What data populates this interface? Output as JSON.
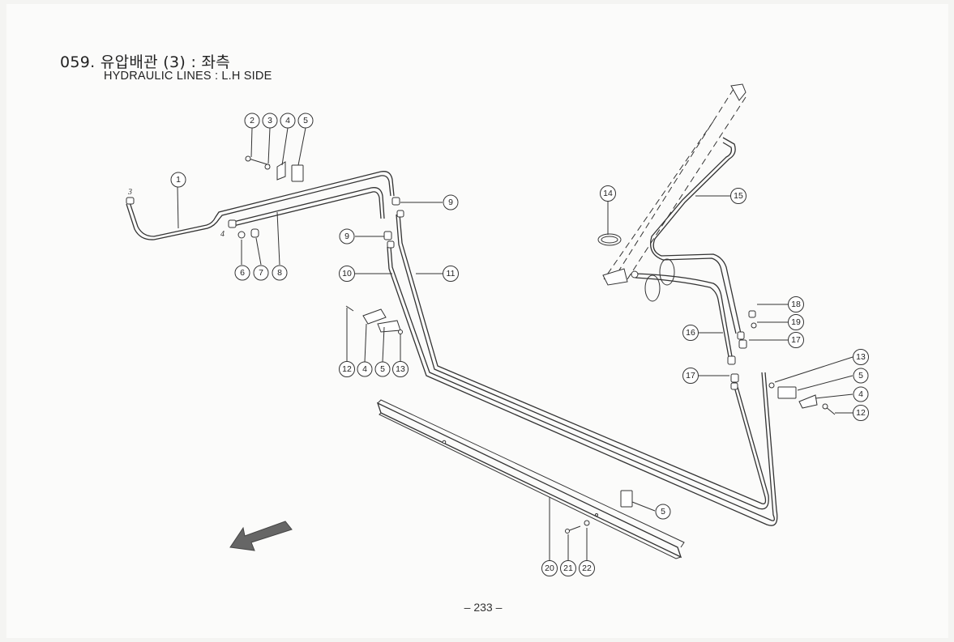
{
  "header": {
    "title_ko": "059. 유압배관 (3) : 좌측",
    "title_en": "HYDRAULIC LINES : L.H SIDE"
  },
  "page_number": "– 233 –",
  "pipe_end_tags": [
    "3",
    "4"
  ],
  "callouts": [
    {
      "id": "c1",
      "label": "1"
    },
    {
      "id": "c2",
      "label": "2"
    },
    {
      "id": "c3",
      "label": "3"
    },
    {
      "id": "c4a",
      "label": "4"
    },
    {
      "id": "c5a",
      "label": "5"
    },
    {
      "id": "c6",
      "label": "6"
    },
    {
      "id": "c7",
      "label": "7"
    },
    {
      "id": "c8",
      "label": "8"
    },
    {
      "id": "c9a",
      "label": "9"
    },
    {
      "id": "c9b",
      "label": "9"
    },
    {
      "id": "c10",
      "label": "10"
    },
    {
      "id": "c11",
      "label": "11"
    },
    {
      "id": "c12a",
      "label": "12"
    },
    {
      "id": "c4b",
      "label": "4"
    },
    {
      "id": "c5b",
      "label": "5"
    },
    {
      "id": "c13a",
      "label": "13"
    },
    {
      "id": "c14",
      "label": "14"
    },
    {
      "id": "c15",
      "label": "15"
    },
    {
      "id": "c16",
      "label": "16"
    },
    {
      "id": "c17a",
      "label": "17"
    },
    {
      "id": "c17b",
      "label": "17"
    },
    {
      "id": "c18",
      "label": "18"
    },
    {
      "id": "c19",
      "label": "19"
    },
    {
      "id": "c13b",
      "label": "13"
    },
    {
      "id": "c5c",
      "label": "5"
    },
    {
      "id": "c4c",
      "label": "4"
    },
    {
      "id": "c12b",
      "label": "12"
    },
    {
      "id": "c5d",
      "label": "5"
    },
    {
      "id": "c20",
      "label": "20"
    },
    {
      "id": "c21",
      "label": "21"
    },
    {
      "id": "c22",
      "label": "22"
    }
  ]
}
